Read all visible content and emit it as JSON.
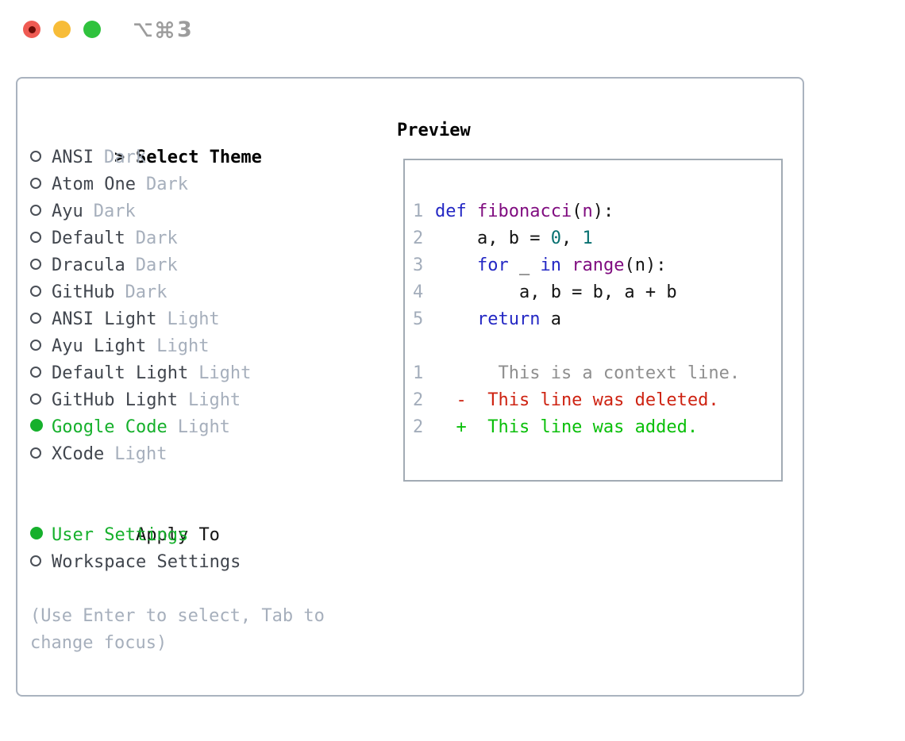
{
  "window": {
    "shortcut_number": "3",
    "traffic_lights": {
      "close": "#ef5b53",
      "minimize": "#f7bc38",
      "zoom": "#2fc23d"
    }
  },
  "theme_menu": {
    "marker": ">",
    "heading": "Select Theme",
    "items": [
      {
        "label": "ANSI",
        "tag": "Dark",
        "selected": false
      },
      {
        "label": "Atom One",
        "tag": "Dark",
        "selected": false
      },
      {
        "label": "Ayu",
        "tag": "Dark",
        "selected": false
      },
      {
        "label": "Default",
        "tag": "Dark",
        "selected": false
      },
      {
        "label": "Dracula",
        "tag": "Dark",
        "selected": false
      },
      {
        "label": "GitHub",
        "tag": "Dark",
        "selected": false
      },
      {
        "label": "ANSI Light",
        "tag": "Light",
        "selected": false
      },
      {
        "label": "Ayu Light",
        "tag": "Light",
        "selected": false
      },
      {
        "label": "Default Light",
        "tag": "Light",
        "selected": false
      },
      {
        "label": "GitHub Light",
        "tag": "Light",
        "selected": false
      },
      {
        "label": "Google Code",
        "tag": "Light",
        "selected": true
      },
      {
        "label": "XCode",
        "tag": "Light",
        "selected": false
      }
    ]
  },
  "apply_to": {
    "heading": "Apply To",
    "options": [
      {
        "label": "User Settings",
        "selected": true
      },
      {
        "label": "Workspace Settings",
        "selected": false
      }
    ]
  },
  "help": {
    "line1": "(Use Enter to select, Tab to",
    "line2": "change focus)"
  },
  "preview": {
    "heading": "Preview",
    "code_lines": [
      {
        "num": "1",
        "segments": [
          {
            "t": "def",
            "c": "kwd"
          },
          {
            "t": " ",
            "c": "plain"
          },
          {
            "t": "fibonacci",
            "c": "typ"
          },
          {
            "t": "(",
            "c": "plain"
          },
          {
            "t": "n",
            "c": "typ"
          },
          {
            "t": "):",
            "c": "plain"
          }
        ]
      },
      {
        "num": "2",
        "segments": [
          {
            "t": "    a, b = ",
            "c": "plain"
          },
          {
            "t": "0",
            "c": "lit"
          },
          {
            "t": ", ",
            "c": "plain"
          },
          {
            "t": "1",
            "c": "lit"
          }
        ]
      },
      {
        "num": "3",
        "segments": [
          {
            "t": "    ",
            "c": "plain"
          },
          {
            "t": "for",
            "c": "kwd"
          },
          {
            "t": " _ ",
            "c": "plain"
          },
          {
            "t": "in",
            "c": "kwd"
          },
          {
            "t": " ",
            "c": "plain"
          },
          {
            "t": "range",
            "c": "typ"
          },
          {
            "t": "(n):",
            "c": "plain"
          }
        ]
      },
      {
        "num": "4",
        "segments": [
          {
            "t": "        a, b = b, a + b",
            "c": "plain"
          }
        ]
      },
      {
        "num": "5",
        "segments": [
          {
            "t": "    ",
            "c": "plain"
          },
          {
            "t": "return",
            "c": "kwd"
          },
          {
            "t": " a",
            "c": "plain"
          }
        ]
      },
      {
        "num": "",
        "segments": []
      },
      {
        "num": "1",
        "segments": [
          {
            "t": "      This is a context line.",
            "c": "ctx"
          }
        ]
      },
      {
        "num": "2",
        "segments": [
          {
            "t": "  -  This line was deleted.",
            "c": "del"
          }
        ]
      },
      {
        "num": "2",
        "segments": [
          {
            "t": "  +  This line was added.",
            "c": "add"
          }
        ]
      }
    ]
  },
  "colors": {
    "accent_selected": "#16b02c",
    "keyword": "#2428c4",
    "type_name": "#800d80",
    "literal": "#077070",
    "context": "#8f8f8f",
    "deleted": "#ce2312",
    "added": "#0abf0a",
    "muted": "#a6afbc",
    "panel_border": "#aab3bf"
  }
}
